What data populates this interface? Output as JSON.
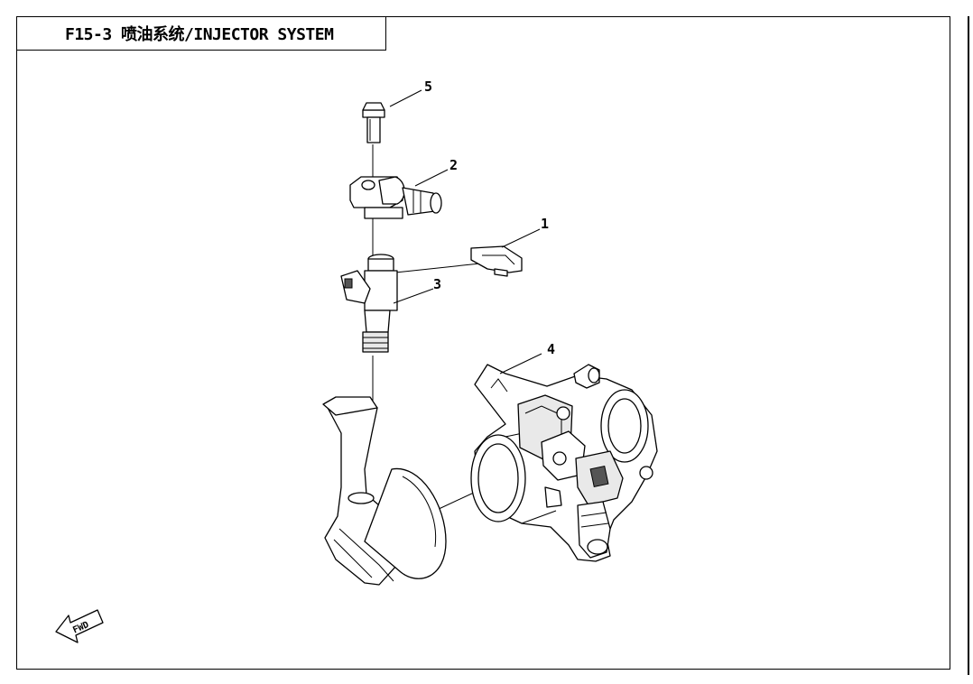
{
  "header": {
    "title": "F15-3  喷油系统/INJECTOR SYSTEM"
  },
  "callouts": [
    {
      "id": "1",
      "label": "1"
    },
    {
      "id": "2",
      "label": "2"
    },
    {
      "id": "3",
      "label": "3"
    },
    {
      "id": "4",
      "label": "4"
    },
    {
      "id": "5",
      "label": "5"
    }
  ],
  "direction_marker": {
    "label": "FWD",
    "icon": "fwd-arrow-icon"
  },
  "colors": {
    "line": "#000000",
    "background": "#ffffff"
  }
}
